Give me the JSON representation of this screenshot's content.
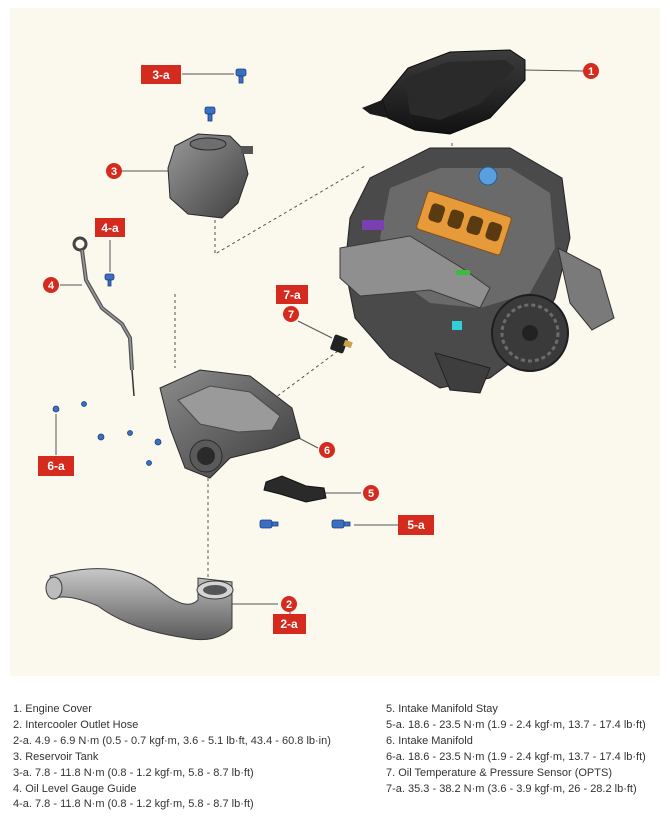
{
  "colors": {
    "callout_red": "#d52b1e",
    "leader_gray": "#555555",
    "panel_bg": "#fbf8ee",
    "bolt_blue": "#3a6fc4",
    "part_gray": "#8a8a8a",
    "engine_dark": "#3a3a3a",
    "highlight_orange": "#e79a3a",
    "highlight_purple": "#7a3fb0",
    "highlight_cyan": "#2fd0d8"
  },
  "callouts": {
    "c1": "1",
    "c2": "2",
    "c2a": "2-a",
    "c3": "3",
    "c3a": "3-a",
    "c4": "4",
    "c4a": "4-a",
    "c5": "5",
    "c5a": "5-a",
    "c6": "6",
    "c6a": "6-a",
    "c7": "7",
    "c7a": "7-a"
  },
  "legend": {
    "left": [
      "1. Engine Cover",
      "2. Intercooler Outlet Hose",
      "2-a. 4.9 - 6.9 N·m (0.5 - 0.7 kgf·m, 3.6 - 5.1 lb·ft, 43.4 - 60.8 lb·in)",
      "3. Reservoir Tank",
      "3-a. 7.8 - 11.8 N·m (0.8 - 1.2 kgf·m, 5.8 - 8.7 lb·ft)",
      "4. Oil Level Gauge Guide",
      "4-a. 7.8 - 11.8 N·m (0.8 - 1.2 kgf·m, 5.8 - 8.7 lb·ft)"
    ],
    "right": [
      "5. Intake Manifold Stay",
      "5-a. 18.6 - 23.5 N·m (1.9 - 2.4 kgf·m, 13.7 - 17.4 lb·ft)",
      "6. Intake Manifold",
      "6-a. 18.6 - 23.5 N·m (1.9 - 2.4 kgf·m, 13.7 - 17.4 lb·ft)",
      "7. Oil Temperature & Pressure Sensor (OPTS)",
      "7-a. 35.3 - 38.2 N·m (3.6 - 3.9 kgf·m, 26 - 28.2 lb·ft)"
    ]
  }
}
